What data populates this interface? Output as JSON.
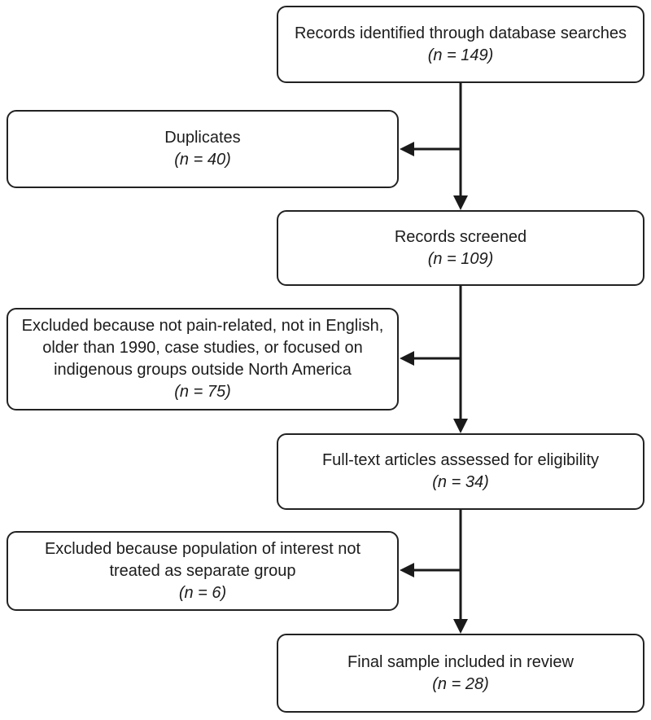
{
  "nodes": {
    "identified": {
      "label": "Records identified through database searches",
      "count": "(n = 149)"
    },
    "duplicates": {
      "label": "Duplicates",
      "count": "(n = 40)"
    },
    "screened": {
      "label": "Records screened",
      "count": "(n = 109)"
    },
    "excluded_screening": {
      "label": "Excluded because not pain-related, not in English, older than 1990, case studies, or focused on indigenous groups outside North America",
      "count": "(n = 75)"
    },
    "fulltext": {
      "label": "Full-text articles assessed for eligibility",
      "count": "(n = 34)"
    },
    "excluded_fulltext": {
      "label": "Excluded because population of interest not treated as separate group",
      "count": "(n = 6)"
    },
    "final": {
      "label": "Final sample included in review",
      "count": "(n = 28)"
    }
  },
  "edges": [
    {
      "from": "identified",
      "to": "duplicates"
    },
    {
      "from": "identified",
      "to": "screened"
    },
    {
      "from": "screened",
      "to": "excluded_screening"
    },
    {
      "from": "screened",
      "to": "fulltext"
    },
    {
      "from": "fulltext",
      "to": "excluded_fulltext"
    },
    {
      "from": "fulltext",
      "to": "final"
    }
  ],
  "colors": {
    "line": "#1a1a1a",
    "border": "#222222",
    "text": "#1c1c1c",
    "background": "#ffffff"
  }
}
